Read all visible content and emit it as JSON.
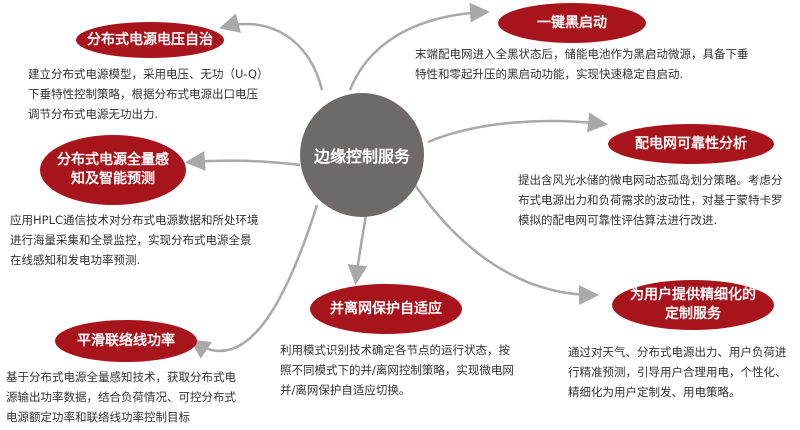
{
  "center": {
    "label": "边缘控制服务"
  },
  "nodes": [
    {
      "title": "分布式电源电压自治",
      "desc": "建立分布式电源模型，采用电压、无功（U-Q）下垂特性控制策略，根据分布式电源出口电压调节分布式电源无功出力."
    },
    {
      "title": "分布式电源全量感知及智能预测",
      "desc": "应用HPLC通信技术对分布式电源数据和所处环境进行海量采集和全景监控，实现分布式电源全景在线感知和发电功率预测."
    },
    {
      "title": "平滑联络线功率",
      "desc": "基于分布式电源全量感知技术，获取分布式电源输出功率数据，结合负荷情况、可控分布式电源额定功率和联络线功率控制目标"
    },
    {
      "title": "并离网保护自适应",
      "desc": "利用模式识别技术确定各节点的运行状态，按照不同模式下的并/离网控制策略，实现微电网并/离网保护自适应切换。"
    },
    {
      "title": "为用户提供精细化的定制服务",
      "desc": "通过对天气、分布式电源出力、用户负荷进行精准预测，引导用户合理用电，个性化、精细化为用户定制发、用电策略。"
    },
    {
      "title": "配电网可靠性分析",
      "desc": "提出含风光水储的微电网动态孤岛划分策略。考虑分布式电源出力和负荷需求的波动性，对基于蒙特卡罗模拟的配电网可靠性评估算法进行改进."
    },
    {
      "title": "一键黑启动",
      "desc": "末端配电网进入全黑状态后，储能电池作为黑启动微源，具备下垂特性和零起升压的黑启动功能，实现快速稳定自启动."
    }
  ],
  "colors": {
    "accent": "#a8141b",
    "hub": "#6e6a69",
    "arrow": "#a9a9a9"
  }
}
